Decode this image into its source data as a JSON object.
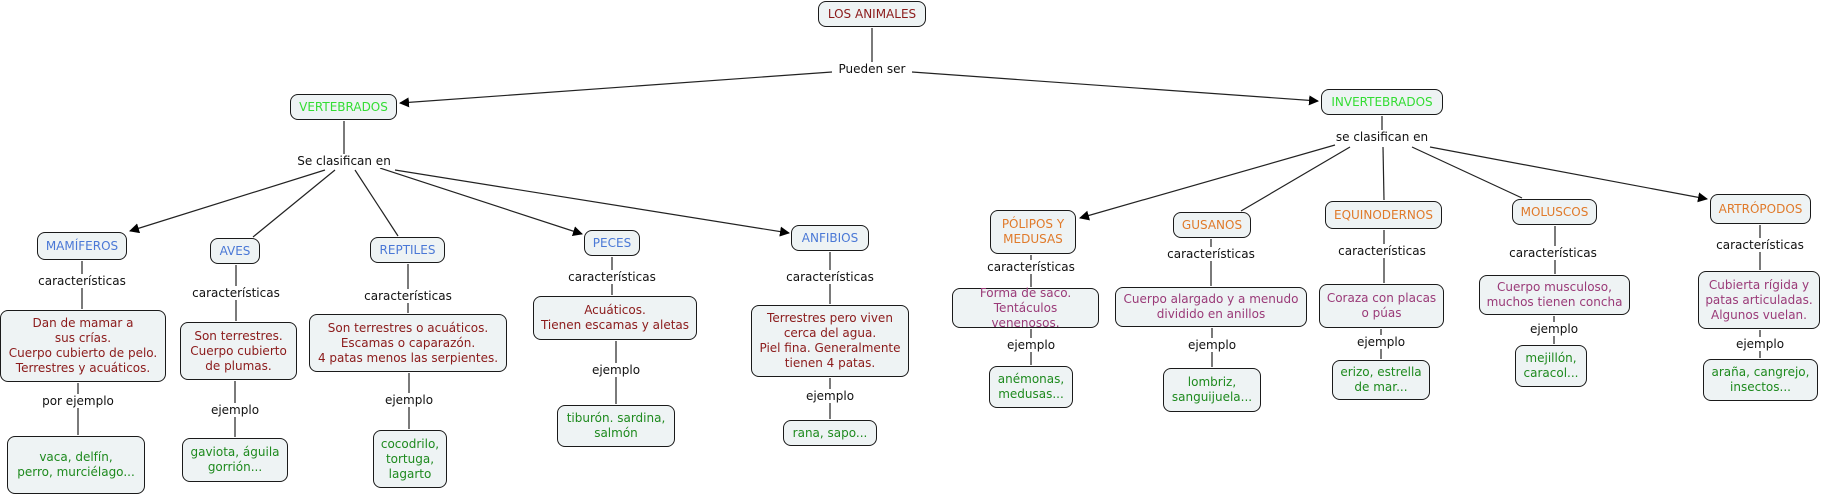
{
  "title": "LOS ANIMALES",
  "root_link": "Pueden ser",
  "colors": {
    "root": "#8b1a1a",
    "main": "#33dd33",
    "vertebrate_class": "#4a78d6",
    "invertebrate_class": "#e07a2a",
    "vertebrate_desc": "#8b1a1a",
    "invertebrate_desc": "#9a3a78",
    "example": "#1e8a1e",
    "node_bg": "#eef3f4"
  },
  "vertebrados": {
    "label": "VERTEBRADOS",
    "link": "Se clasifican en",
    "classes": [
      {
        "name": "MAMÍFEROS",
        "char_link": "características",
        "desc": "Dan de mamar a\nsus crías.\nCuerpo cubierto de pelo.\nTerrestres y acuáticos.",
        "ex_link": "por ejemplo",
        "examples": "vaca, delfín,\nperro, murciélago..."
      },
      {
        "name": "AVES",
        "char_link": "características",
        "desc": "Son terrestres.\nCuerpo cubierto\nde plumas.",
        "ex_link": "ejemplo",
        "examples": "gaviota, águila\ngorrión..."
      },
      {
        "name": "REPTILES",
        "char_link": "características",
        "desc": "Son terrestres o acuáticos.\nEscamas o caparazón.\n4 patas menos las serpientes.",
        "ex_link": "ejemplo",
        "examples": "cocodrilo,\ntortuga,\nlagarto"
      },
      {
        "name": "PECES",
        "char_link": "características",
        "desc": "Acuáticos.\nTienen escamas y aletas",
        "ex_link": "ejemplo",
        "examples": "tiburón. sardina,\nsalmón"
      },
      {
        "name": "ANFIBIOS",
        "char_link": "características",
        "desc": "Terrestres pero viven\ncerca del agua.\nPiel fina. Generalmente\ntienen 4 patas.",
        "ex_link": "ejemplo",
        "examples": "rana, sapo..."
      }
    ]
  },
  "invertebrados": {
    "label": "INVERTEBRADOS",
    "link": "se clasifican en",
    "classes": [
      {
        "name": "PÓLIPOS Y\nMEDUSAS",
        "char_link": "características",
        "desc": "Forma de saco.\nTentáculos venenosos.",
        "ex_link": "ejemplo",
        "examples": "anémonas,\nmedusas..."
      },
      {
        "name": "GUSANOS",
        "char_link": "características",
        "desc": "Cuerpo alargado y a menudo\ndividido en anillos",
        "ex_link": "ejemplo",
        "examples": "lombriz,\nsanguijuela..."
      },
      {
        "name": "EQUINODERNOS",
        "char_link": "características",
        "desc": "Coraza con placas\no púas",
        "ex_link": "ejemplo",
        "examples": "erizo, estrella\nde mar..."
      },
      {
        "name": "MOLUSCOS",
        "char_link": "características",
        "desc": "Cuerpo musculoso,\nmuchos tienen concha",
        "ex_link": "ejemplo",
        "examples": "mejillón,\ncaracol..."
      },
      {
        "name": "ARTRÓPODOS",
        "char_link": "características",
        "desc": "Cubierta rígida y\npatas articuladas.\nAlgunos vuelan.",
        "ex_link": "ejemplo",
        "examples": "araña, cangrejo,\ninsectos..."
      }
    ]
  }
}
